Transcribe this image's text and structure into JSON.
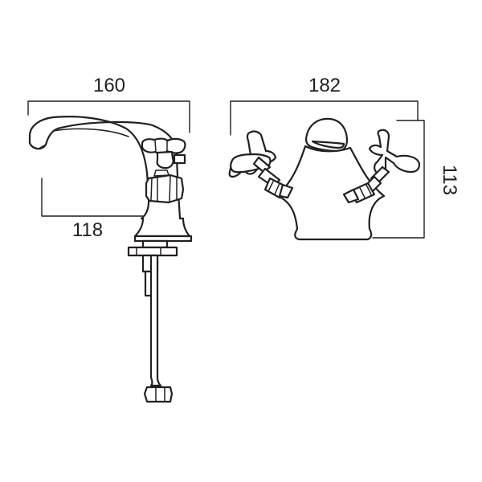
{
  "diagram": {
    "side_view": {
      "overall_width": "160",
      "spout_reach": "118"
    },
    "front_view": {
      "overall_width": "182",
      "height": "113"
    },
    "line_color": "#231f20",
    "background": "#ffffff"
  }
}
